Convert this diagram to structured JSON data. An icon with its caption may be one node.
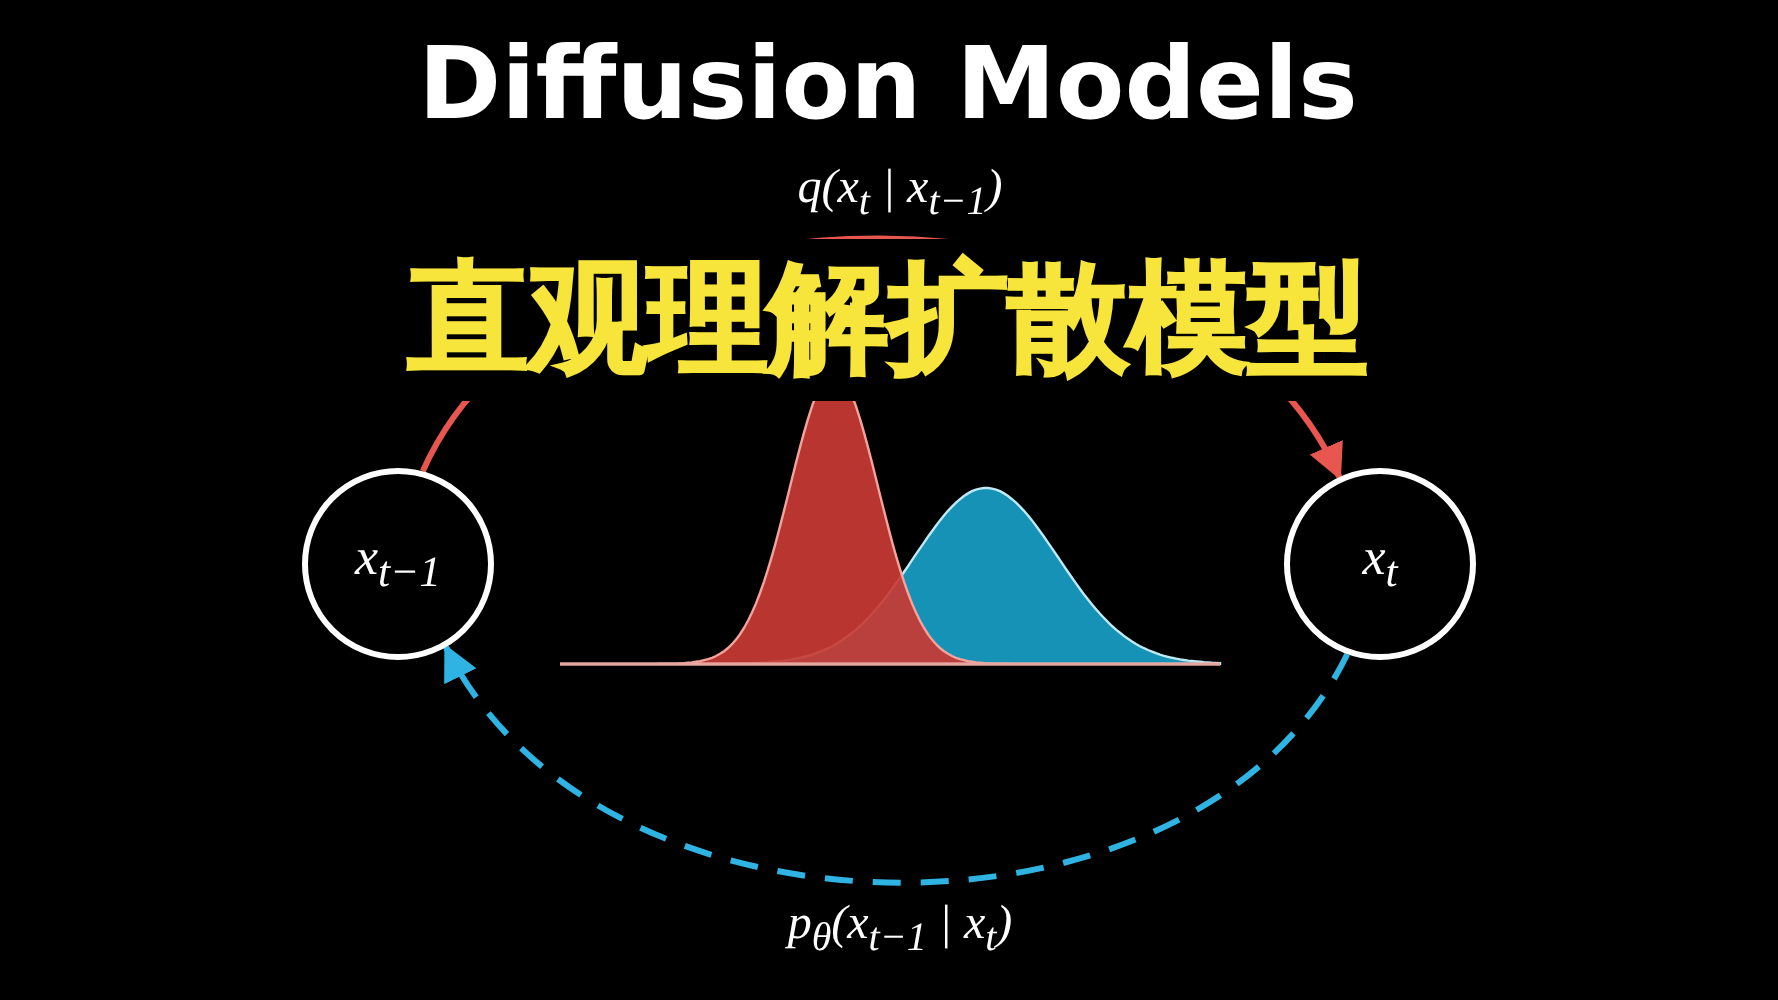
{
  "diagram": {
    "title": "Diffusion Models",
    "nodes": [
      {
        "text": [
          "x$_{t−1}$"
        ]
      },
      {
        "text": [
          "x$_{t}$"
        ]
      }
    ],
    "edges": [
      {
        "from": 0,
        "to": 1,
        "arrow": "to",
        "label": "q(x$_{t}$ | x$_{t−1}$)",
        "color": "#e8574f"
      },
      {
        "from": 1,
        "to": 0,
        "arrow": "to",
        "label": "p$_{θ}$(x$_{t−1}$ | x$_{t}$)",
        "style": "dashed",
        "color": "#2fb3e3"
      }
    ],
    "labels": [
      "直观理解扩散模型"
    ]
  }
}
